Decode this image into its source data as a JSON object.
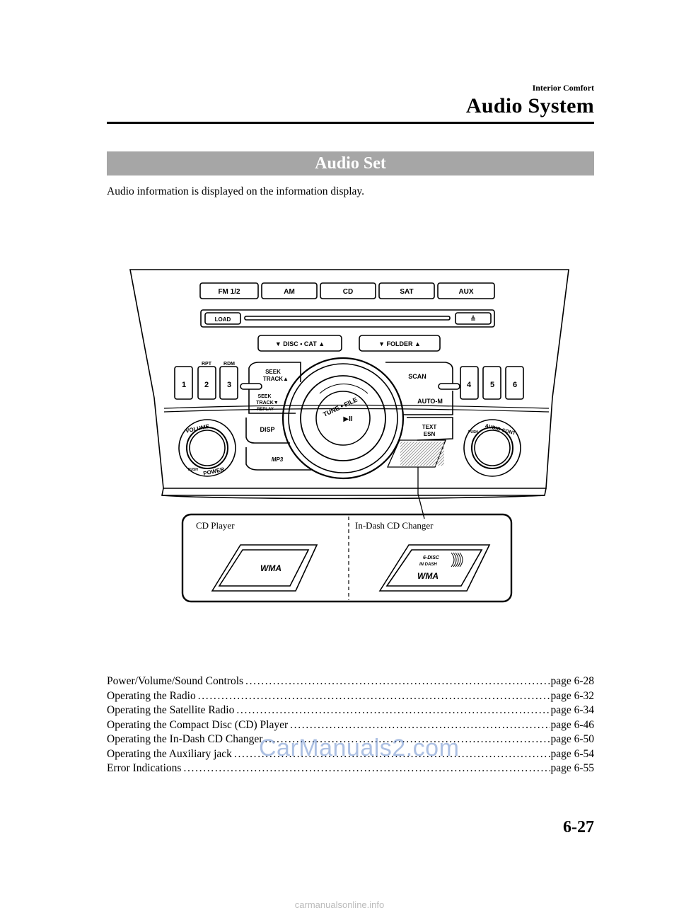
{
  "header": {
    "section_label": "Interior Comfort",
    "section_title": "Audio System"
  },
  "heading": "Audio Set",
  "intro_text": "Audio information is displayed on the information display.",
  "diagram": {
    "buttons": {
      "fm": "FM 1/2",
      "am": "AM",
      "cd": "CD",
      "sat": "SAT",
      "aux": "AUX",
      "load": "LOAD",
      "eject": "≜",
      "disc_cat": "▼  DISC • CAT  ▲",
      "folder": "▼  FOLDER  ▲",
      "p1": "1",
      "p2": "2",
      "p3": "3",
      "p4": "4",
      "p5": "5",
      "p6": "6",
      "rpt": "RPT",
      "rdm": "RDM",
      "seek_up_1": "SEEK",
      "seek_up_2": "TRACK▲",
      "seek_down_1": "SEEK",
      "seek_down_2": "TRACK▼",
      "replay": "REPLAY",
      "scan": "SCAN",
      "auto_m": "AUTO-M",
      "disp": "DISP",
      "text": "TEXT",
      "esn": "ESN",
      "tune_file": "TUNE • FILE",
      "play_pause": "▶II",
      "volume": "VOLUME",
      "power": "POWER",
      "push_left": "PUSH",
      "audio_cont": "AUDIO CONT",
      "push_right": "PUSH",
      "mp3": "MP3"
    },
    "callouts": {
      "cd_player": "CD Player",
      "in_dash_changer": "In-Dash CD Changer",
      "wma_left": "WMA",
      "wma_right": "WMA",
      "six_disc": "6-DISC",
      "in_dash": "IN DASH"
    }
  },
  "toc": [
    {
      "title": "Power/Volume/Sound Controls",
      "page": "page 6-28"
    },
    {
      "title": "Operating the Radio",
      "page": "page 6-32"
    },
    {
      "title": "Operating the Satellite Radio",
      "page": "page 6-34"
    },
    {
      "title": "Operating the Compact Disc (CD) Player",
      "page": "page 6-46"
    },
    {
      "title": "Operating the In-Dash CD Changer",
      "page": "page 6-50"
    },
    {
      "title": "Operating the Auxiliary jack",
      "page": "page 6-54"
    },
    {
      "title": "Error Indications",
      "page": "page 6-55"
    }
  ],
  "watermark": "CarManuals2.com",
  "page_number": "6-27",
  "footer": "carmanualsonline.info"
}
